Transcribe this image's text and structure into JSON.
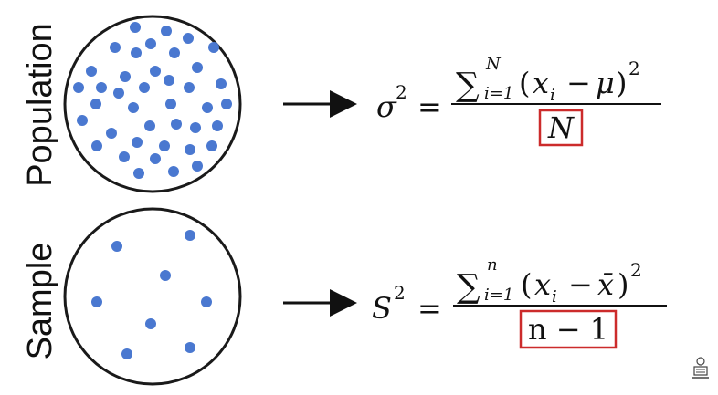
{
  "colors": {
    "dot": "#4a78d0",
    "outline": "#1a1a1a",
    "highlight_box": "#cc2b2b",
    "text": "#111111"
  },
  "population": {
    "label": "Population",
    "dots": 40,
    "lhs_symbol": "σ",
    "lhs_exponent": "2",
    "equals": "=",
    "sum_symbol": "∑",
    "sum_upper": "N",
    "sum_lower": "i=1",
    "numerator_open": "(",
    "numerator_var": "x",
    "numerator_sub": "i",
    "numerator_minus": "−",
    "numerator_mean": "μ",
    "numerator_close": ")",
    "numerator_exponent": "2",
    "denominator": "N"
  },
  "sample": {
    "label": "Sample",
    "dots": 8,
    "lhs_symbol": "S",
    "lhs_exponent": "2",
    "equals": "=",
    "sum_symbol": "∑",
    "sum_upper": "n",
    "sum_lower": "i=1",
    "numerator_open": "(",
    "numerator_var": "x",
    "numerator_sub": "i",
    "numerator_minus": "−",
    "numerator_mean": "x̄",
    "numerator_close": ")",
    "numerator_exponent": "2",
    "denominator": "n − 1"
  },
  "icons": {
    "arrow": "right-arrow-icon",
    "logo": "reader-logo-icon"
  }
}
